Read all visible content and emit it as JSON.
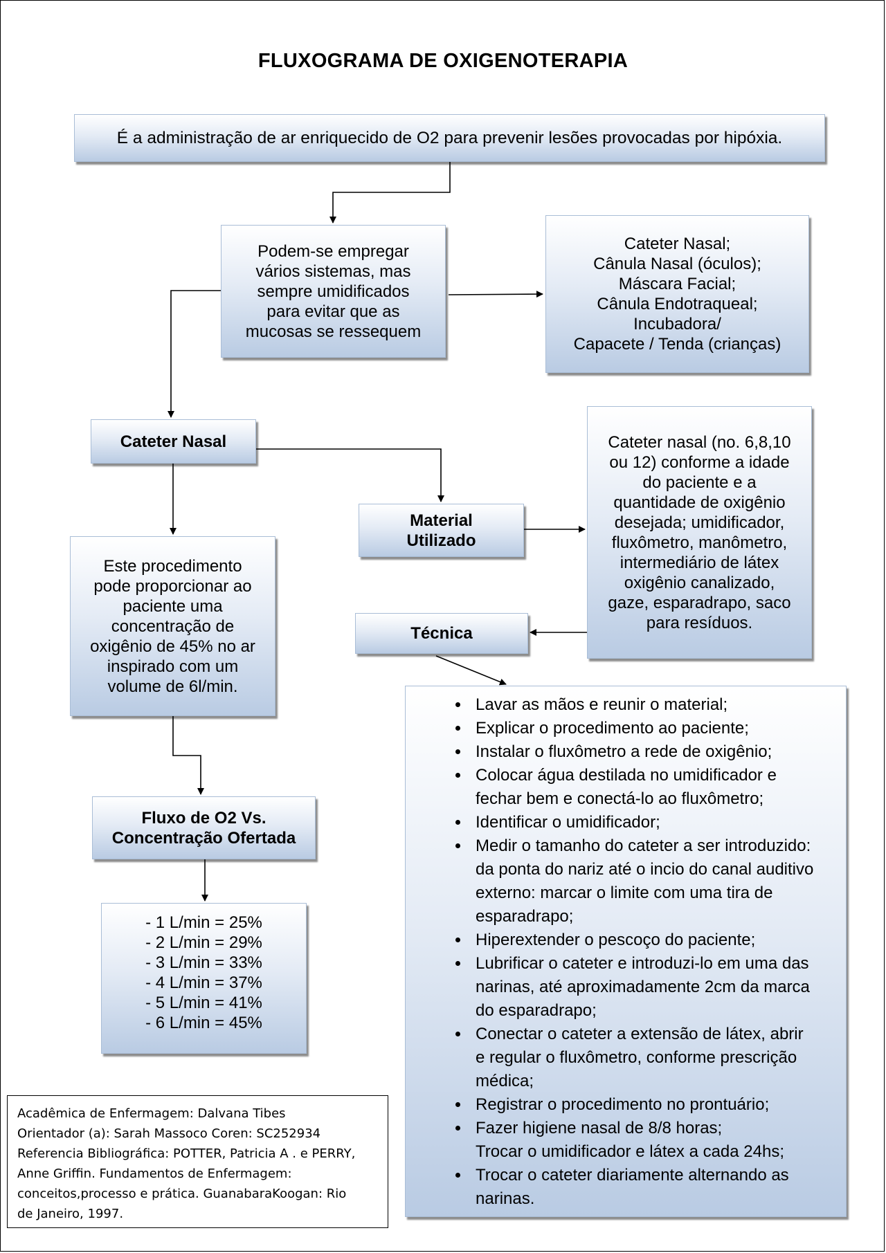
{
  "title": "FLUXOGRAMA DE OXIGENOTERAPIA",
  "definition": "É a administração de ar enriquecido de O2 para prevenir lesões provocadas por hipóxia.",
  "systems": [
    "Podem-se empregar",
    "vários sistemas, mas",
    "sempre umidificados",
    "para evitar que as",
    "mucosas se ressequem"
  ],
  "devices": [
    "Cateter Nasal;",
    "Cânula Nasal (óculos);",
    "Máscara Facial;",
    "Cânula Endotraqueal;",
    "Incubadora/",
    "Capacete / Tenda (crianças)"
  ],
  "cateter_nasal": "Cateter Nasal",
  "procedure": [
    "Este procedimento",
    "pode proporcionar ao",
    "paciente uma",
    "concentração de",
    "oxigênio de 45% no ar",
    "inspirado com um",
    "volume de 6l/min."
  ],
  "material_label": [
    "Material",
    "Utilizado"
  ],
  "material_list": [
    "Cateter nasal (no. 6,8,10",
    "ou 12) conforme a idade",
    "do paciente  e a",
    "quantidade de oxigênio",
    "desejada; umidificador,",
    "fluxômetro, manômetro,",
    "intermediário de látex",
    "oxigênio canalizado,",
    "gaze, esparadrapo, saco",
    "para resíduos."
  ],
  "tecnica": "Técnica",
  "fluxo_label": [
    "Fluxo de O2 Vs.",
    "Concentração Ofertada"
  ],
  "fluxo_values": [
    "- 1 L/min = 25%",
    "- 2 L/min = 29%",
    "- 3 L/min = 33%",
    "- 4 L/min = 37%",
    "- 5 L/min = 41%",
    "- 6 L/min = 45%"
  ],
  "steps": [
    [
      "Lavar as mãos e reunir o material;"
    ],
    [
      "Explicar o procedimento ao paciente;"
    ],
    [
      "Instalar o fluxômetro a rede de oxigênio;"
    ],
    [
      "Colocar água destilada no umidificador e",
      "fechar bem   e conectá-lo ao fluxômetro;"
    ],
    [
      "Identificar o umidificador;"
    ],
    [
      "Medir o tamanho do cateter a ser introduzido:",
      "da ponta do nariz até o incio do canal auditivo",
      "externo: marcar o limite com uma tira de",
      "esparadrapo;"
    ],
    [
      "Hiperextender o pescoço do paciente;"
    ],
    [
      "Lubrificar o cateter e introduzi-lo em uma das",
      "narinas, até aproximadamente 2cm da marca",
      "do esparadrapo;"
    ],
    [
      "Conectar o cateter a extensão de látex, abrir",
      "e regular o fluxômetro, conforme prescrição",
      "médica;"
    ],
    [
      "Registrar o procedimento no prontuário;"
    ],
    [
      "Fazer higiene nasal de 8/8 horas;",
      "Trocar o umidificador e látex a cada 24hs;"
    ],
    [
      "Trocar o cateter diariamente alternando as",
      "narinas."
    ]
  ],
  "credits": [
    "Acadêmica de Enfermagem: Dalvana Tibes",
    "Orientador (a): Sarah Massoco Coren: SC252934",
    "Referencia Bibliográfica: POTTER, Patricia A . e PERRY,",
    "Anne Griffin. Fundamentos de Enfermagem:",
    "conceitos,processo e prática. GuanabaraKoogan: Rio",
    "de Janeiro, 1997."
  ]
}
